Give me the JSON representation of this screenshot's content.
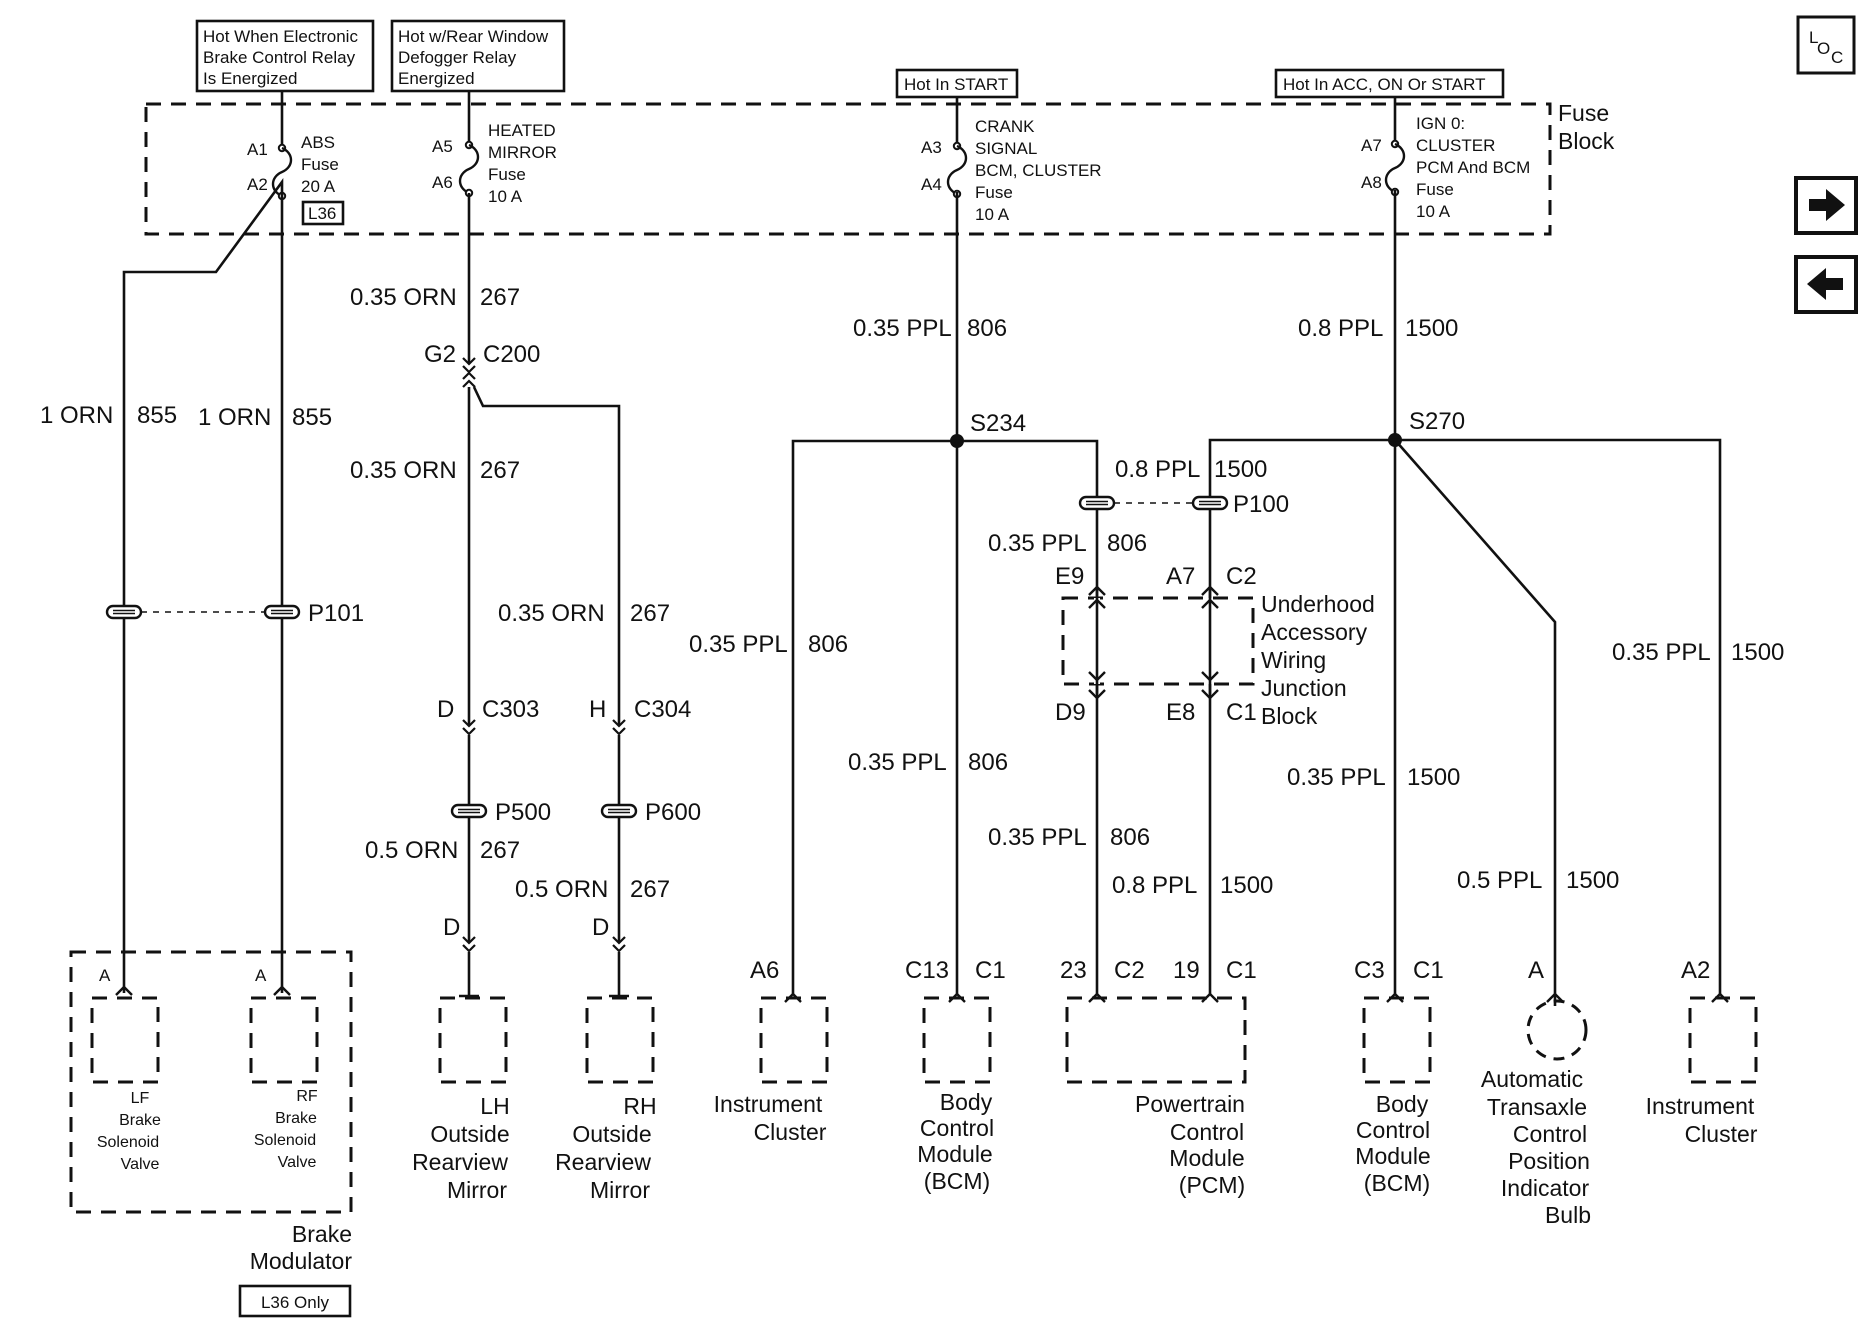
{
  "notes": {
    "brake_relay": [
      "Hot When Electronic",
      "Brake Control Relay",
      "Is Energized"
    ],
    "defogger": [
      "Hot w/Rear Window",
      "Defogger Relay",
      "Energized"
    ],
    "start": "Hot In START",
    "acc": "Hot In ACC, ON Or START"
  },
  "fuse_block": {
    "title": [
      "Fuse",
      "Block"
    ],
    "abs": {
      "pin_top": "A1",
      "pin_bot": "A2",
      "lines": [
        "ABS",
        "Fuse",
        "20 A"
      ],
      "option": "L36"
    },
    "mirror": {
      "pin_top": "A5",
      "pin_bot": "A6",
      "lines": [
        "HEATED",
        "MIRROR",
        "Fuse",
        "10 A"
      ]
    },
    "crank": {
      "pin_top": "A3",
      "pin_bot": "A4",
      "lines": [
        "CRANK",
        "SIGNAL",
        "BCM, CLUSTER",
        "Fuse",
        "10 A"
      ]
    },
    "ign": {
      "pin_top": "A7",
      "pin_bot": "A8",
      "lines": [
        "IGN 0:",
        "CLUSTER",
        "PCM And BCM",
        "Fuse",
        "10 A"
      ]
    }
  },
  "wires": {
    "lf_brake": {
      "gauge": "1 ORN",
      "circuit": "855"
    },
    "rf_brake": {
      "gauge": "1 ORN",
      "circuit": "855"
    },
    "mirror_feed": {
      "gauge": "0.35 ORN",
      "circuit": "267"
    },
    "lh_mirror_upper": {
      "gauge": "0.35 ORN",
      "circuit": "267"
    },
    "rh_mirror_upper": {
      "gauge": "0.35 ORN",
      "circuit": "267"
    },
    "lh_mirror_lower": {
      "gauge": "0.5 ORN",
      "circuit": "267"
    },
    "rh_mirror_lower": {
      "gauge": "0.5 ORN",
      "circuit": "267"
    },
    "crank_feed": {
      "gauge": "0.35 PPL",
      "circuit": "806"
    },
    "cluster_806": {
      "gauge": "0.35 PPL",
      "circuit": "806"
    },
    "bcm_806": {
      "gauge": "0.35 PPL",
      "circuit": "806"
    },
    "p100_806": {
      "gauge": "0.35 PPL",
      "circuit": "806"
    },
    "pcm_806": {
      "gauge": "0.35 PPL",
      "circuit": "806"
    },
    "ign_feed": {
      "gauge": "0.8 PPL",
      "circuit": "1500"
    },
    "p100_1500": {
      "gauge": "0.8 PPL",
      "circuit": "1500"
    },
    "pcm_1500": {
      "gauge": "0.8 PPL",
      "circuit": "1500"
    },
    "bcm_1500": {
      "gauge": "0.35 PPL",
      "circuit": "1500"
    },
    "bulb_1500": {
      "gauge": "0.5 PPL",
      "circuit": "1500"
    },
    "cluster_1500": {
      "gauge": "0.35 PPL",
      "circuit": "1500"
    }
  },
  "connectors": {
    "g2": "G2",
    "c200": "C200",
    "p101": "P101",
    "c303_pin": "D",
    "c303": "C303",
    "c304_pin": "H",
    "c304": "C304",
    "p500": "P500",
    "p600": "P600",
    "lh_pin": "D",
    "rh_pin": "D",
    "s234": "S234",
    "s270": "S270",
    "p100": "P100",
    "e9": "E9",
    "a7": "A7",
    "c2_top": "C2",
    "d9": "D9",
    "e8": "E8",
    "c1_bot": "C1",
    "cluster_pin": "A6",
    "bcm_pin": "C13",
    "bcm_conn": "C1",
    "pcm_pin1": "23",
    "pcm_conn1": "C2",
    "pcm_pin2": "19",
    "pcm_conn2": "C1",
    "bcm2_pin": "C3",
    "bcm2_conn": "C1",
    "bulb_pin": "A",
    "cluster2_pin": "A2",
    "lf_pin": "A",
    "rf_pin": "A"
  },
  "components": {
    "lf_valve": [
      "LF",
      "Brake",
      "Solenoid",
      "Valve"
    ],
    "rf_valve": [
      "RF",
      "Brake",
      "Solenoid",
      "Valve"
    ],
    "brake_modulator": [
      "Brake",
      "Modulator"
    ],
    "modulator_option": "L36 Only",
    "lh_mirror": [
      "LH",
      "Outside",
      "Rearview",
      "Mirror"
    ],
    "rh_mirror": [
      "RH",
      "Outside",
      "Rearview",
      "Mirror"
    ],
    "cluster": [
      "Instrument",
      "Cluster"
    ],
    "bcm": [
      "Body",
      "Control",
      "Module",
      "(BCM)"
    ],
    "junction": [
      "Underhood",
      "Accessory",
      "Wiring",
      "Junction",
      "Block"
    ],
    "pcm": [
      "Powertrain",
      "Control",
      "Module",
      "(PCM)"
    ],
    "bcm2": [
      "Body",
      "Control",
      "Module",
      "(BCM)"
    ],
    "bulb": [
      "Automatic",
      "Transaxle",
      "Control",
      "Position",
      "Indicator",
      "Bulb"
    ],
    "cluster2": [
      "Instrument",
      "Cluster"
    ]
  },
  "nav": {
    "loc_l": "L",
    "loc_o": "O",
    "loc_c": "C",
    "next_icon": "arrow-right-icon",
    "prev_icon": "arrow-left-icon"
  }
}
